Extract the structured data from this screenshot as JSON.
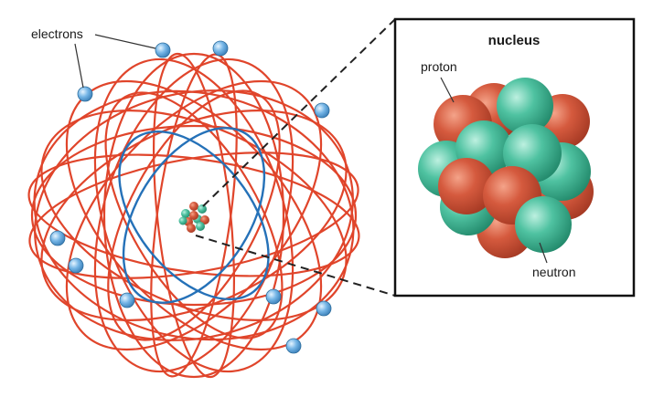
{
  "labels": {
    "electrons": "electrons",
    "nucleus": "nucleus",
    "proton": "proton",
    "neutron": "neutron"
  },
  "colors": {
    "red_orbit": "#e0452b",
    "blue_orbit": "#2571b8",
    "proton": "#d55a3e",
    "neutron": "#4fc2a1",
    "electron": "#74b5e6",
    "frame": "#111111"
  }
}
